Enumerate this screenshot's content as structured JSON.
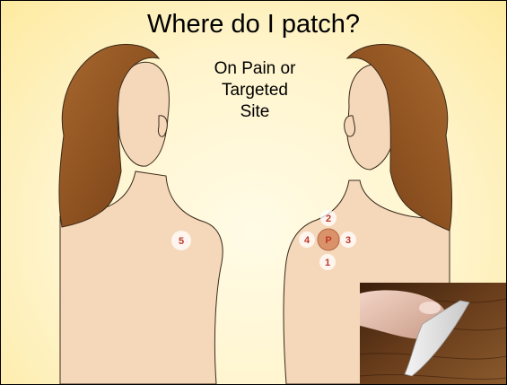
{
  "slide": {
    "title": "Where do I patch?",
    "subtitle_lines": [
      "On Pain or",
      "Targeted",
      "Site"
    ]
  },
  "markers": {
    "left_figure": {
      "five": "5"
    },
    "right_figure": {
      "patch": "P",
      "one": "1",
      "two": "2",
      "three": "3",
      "four": "4"
    }
  },
  "colors": {
    "skin": "#f5d8ba",
    "hair": "#9a5a24",
    "marker_text": "#c0392b",
    "patch_fill": "#d9926a"
  }
}
